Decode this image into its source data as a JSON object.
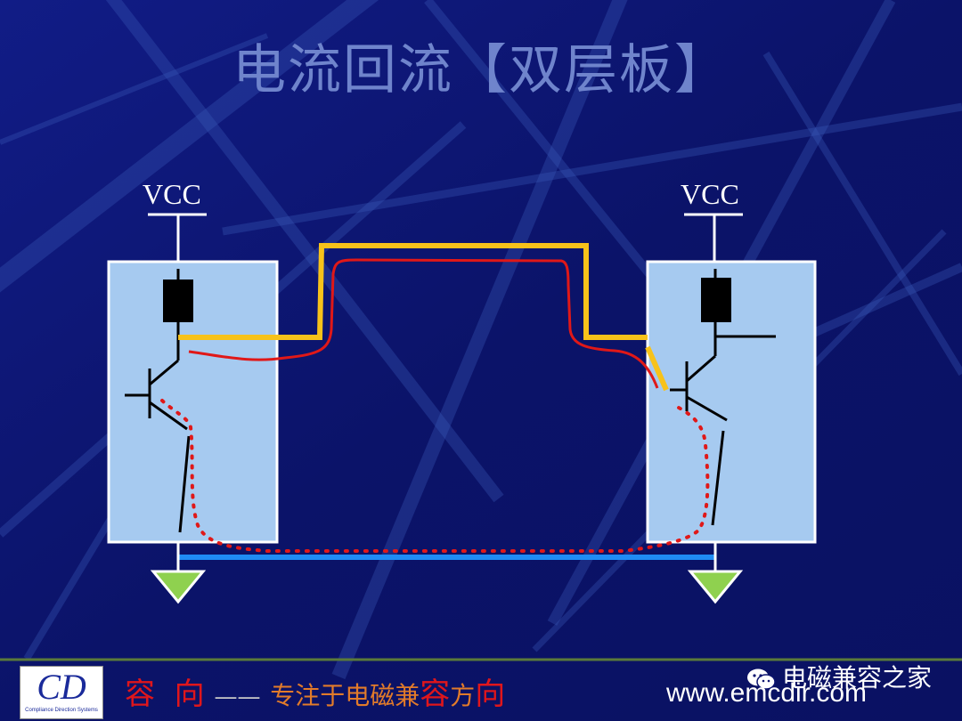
{
  "title": "电流回流【双层板】",
  "labels": {
    "vcc_left": "VCC",
    "vcc_right": "VCC"
  },
  "footer": {
    "logo_letters": "CD",
    "logo_subtitle": "Compliance Direction Systems",
    "slogan_1": "容",
    "slogan_2": "向",
    "slogan_dash": "——",
    "slogan_3": "专注于电磁兼",
    "slogan_4": "容",
    "slogan_5": "方",
    "slogan_6": "向",
    "wechat_account": "电磁兼容之家",
    "url": "www.emcdir.com"
  },
  "colors": {
    "background": "#0c1470",
    "board": "#a6caf0",
    "signal_trace": "#f7c21a",
    "return_current": "#e01818",
    "ground_plane": "#1f8cf5",
    "ground_symbol": "#8fd14f",
    "resistor": "#000000"
  }
}
